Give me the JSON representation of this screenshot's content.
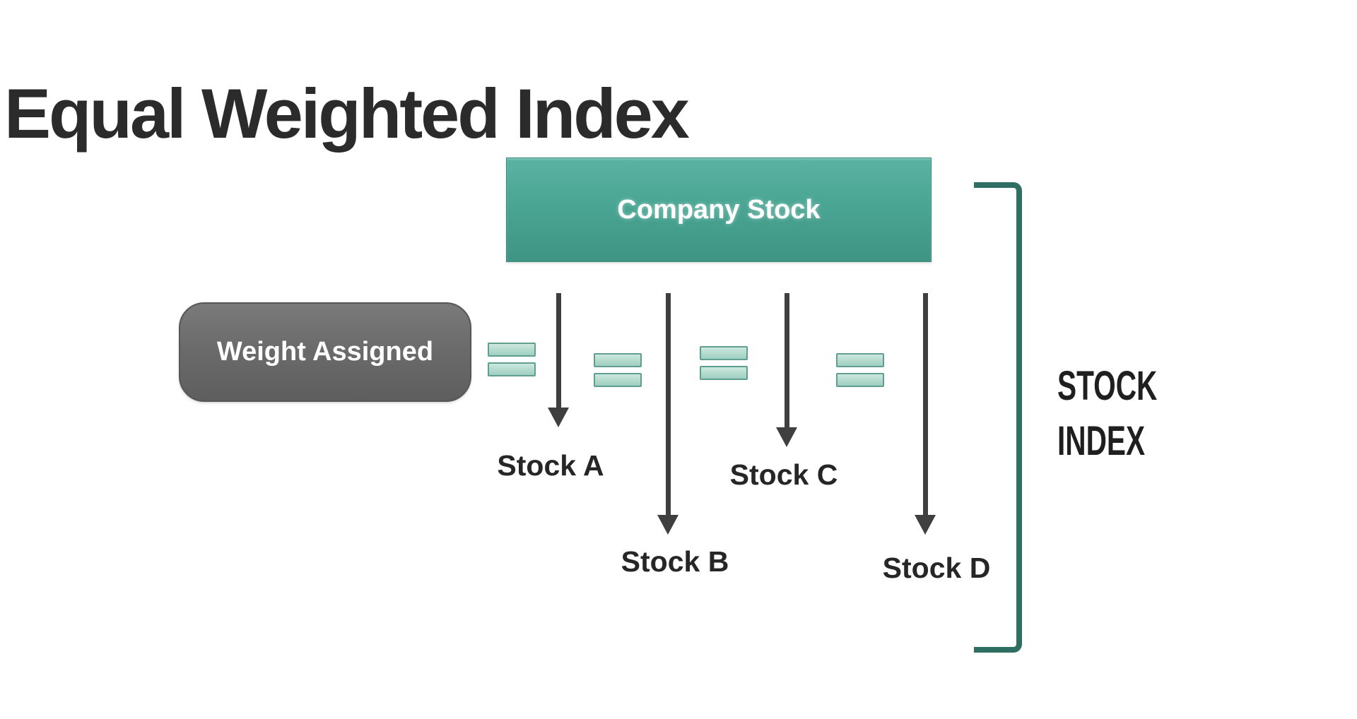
{
  "title": "Equal Weighted Index",
  "diagram": {
    "company_box": {
      "label": "Company Stock"
    },
    "weight_box": {
      "label": "Weight Assigned"
    },
    "stocks": [
      {
        "label": "Stock A"
      },
      {
        "label": "Stock B"
      },
      {
        "label": "Stock C"
      },
      {
        "label": "Stock D"
      }
    ],
    "index_label": {
      "line1": "STOCK",
      "line2": "INDEX"
    },
    "icons": {
      "equals": "equals-icon",
      "arrow": "arrow-down-icon",
      "bracket": "right-bracket"
    },
    "colors": {
      "title_text": "#2b2b2b",
      "company_box_teal": "#4aa593",
      "weight_box_gray": "#6a6a6a",
      "box_text": "#ffffff",
      "arrow": "#3f3f3f",
      "equals_fill": "#b3dacd",
      "equals_border": "#5f9e91",
      "bracket_teal": "#2f6f63",
      "stock_label_text": "#262626",
      "index_label_text": "#1f1f1f",
      "background": "#ffffff"
    }
  }
}
